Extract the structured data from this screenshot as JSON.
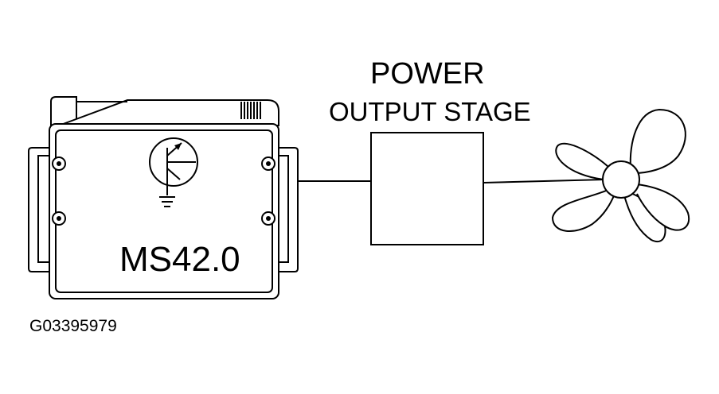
{
  "diagram": {
    "power_label": "POWER",
    "stage_label": "OUTPUT STAGE",
    "module_label": "MS42.0",
    "figure_id": "G03395979",
    "stroke_color": "#000000",
    "background_color": "#ffffff"
  },
  "icons": {
    "transistor": "transistor-symbol-icon",
    "ground": "ground-symbol-icon",
    "fan": "fan-icon"
  }
}
